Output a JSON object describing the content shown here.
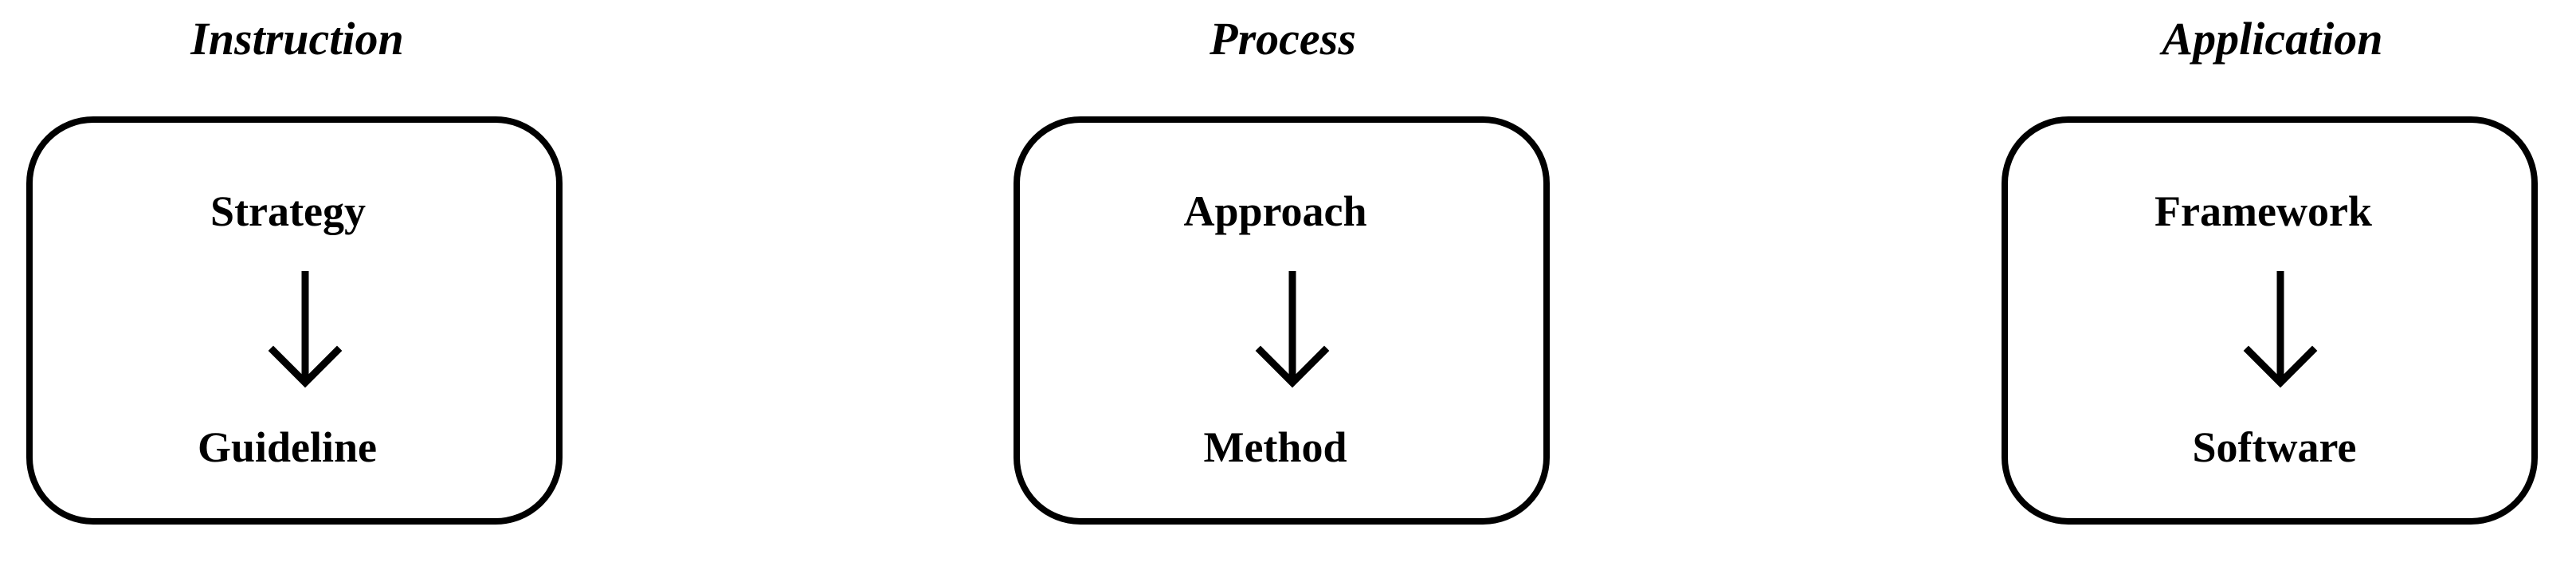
{
  "columns": [
    {
      "heading": "Instruction",
      "from": "Strategy",
      "to": "Guideline"
    },
    {
      "heading": "Process",
      "from": "Approach",
      "to": "Method"
    },
    {
      "heading": "Application",
      "from": "Framework",
      "to": "Software"
    }
  ]
}
